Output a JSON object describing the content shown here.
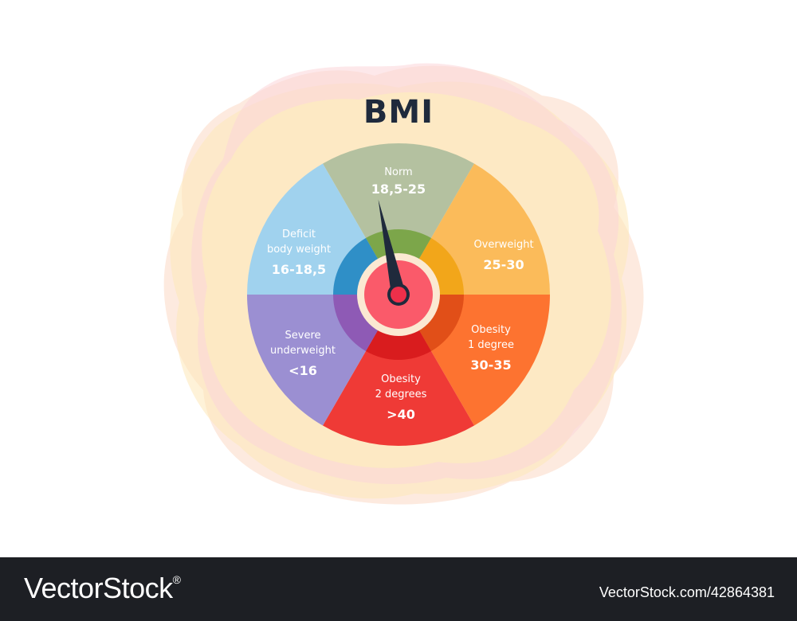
{
  "title": "BMI",
  "segments": [
    {
      "id": "norm",
      "line1": "Norm",
      "line2": "",
      "range": "18,5-25",
      "color": "#b4c1a0",
      "inner": "#7ca64a"
    },
    {
      "id": "overweight",
      "line1": "Overweight",
      "line2": "",
      "range": "25-30",
      "color": "#fbbb5a",
      "inner": "#f2a61a"
    },
    {
      "id": "obesity1",
      "line1": "Obesity",
      "line2": "1 degree",
      "range": "30-35",
      "color": "#fd7330",
      "inner": "#e14f18"
    },
    {
      "id": "obesity2",
      "line1": "Obesity",
      "line2": "2 degrees",
      "range": ">40",
      "color": "#ef3a36",
      "inner": "#d91c1e"
    },
    {
      "id": "severe",
      "line1": "Severe",
      "line2": "underweight",
      "range": "<16",
      "color": "#9b8fd2",
      "inner": "#8e5ab5"
    },
    {
      "id": "deficit",
      "line1": "Deficit",
      "line2": "body weight",
      "range": "16-18,5",
      "color": "#a0d2ee",
      "inner": "#2f8fc7"
    }
  ],
  "colors": {
    "title": "#1f2a3c",
    "needle": "#1f2a3c",
    "hub_ring": "#fbe9d2",
    "hub_center": "#fa5a6a",
    "needle_dot": "#ee2f4a",
    "blob": [
      "#fcd9c4",
      "#fde7b8",
      "#fbd5d8",
      "#fef3b8"
    ]
  },
  "needle_points_to": "norm",
  "watermark": {
    "logo": "VectorStock",
    "registered": "®",
    "url": "VectorStock.com/42864381"
  }
}
